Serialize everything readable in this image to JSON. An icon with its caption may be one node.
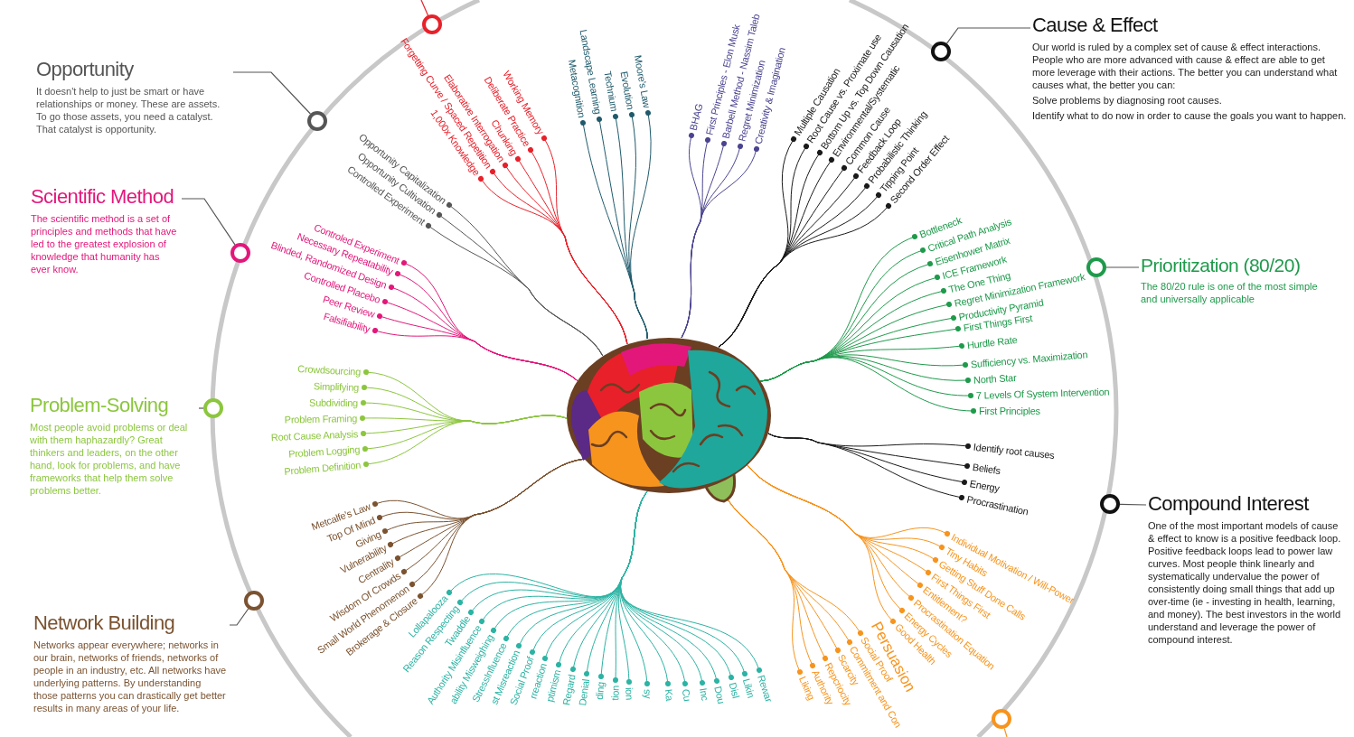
{
  "diagram": {
    "nodes": [
      {
        "text": [],
        "shape": "circle"
      },
      {
        "text": [
          "Cause & Effect",
          "Our world is ruled by a complex set of cause & effect interactions. People who are more advanced with cause & effect are able to get more leverage with their actions. The better you can understand what causes what, the better you can:",
          "Solve problems by diagnosing root causes.",
          "Identify what to do now in order to cause the goals you want to happen."
        ]
      },
      {
        "text": [],
        "shape": "circle"
      },
      {
        "text": [
          "Opportunity",
          "It doesn't help to just be smart or have relationships or money. These are assets. To go those assets, you need a catalyst. That catalyst is opportunity."
        ]
      },
      {
        "text": [],
        "shape": "circle"
      },
      {
        "text": [
          "Scientific Method",
          "The scientific method is a set of principles and methods that have led to the greatest explosion of knowledge that humanity has ever know."
        ]
      },
      {
        "text": [],
        "shape": "circle"
      },
      {
        "text": [
          "Prioritization (80/20)",
          "The 80/20 rule is one of the most simple and universally applicable"
        ]
      },
      {
        "text": [],
        "shape": "circle"
      },
      {
        "text": [
          "Problem-Solving",
          "Most people avoid problems or deal with them haphazardly? Great thinkers and leaders, on the other hand, look for problems, and have frameworks that help them solve problems better."
        ]
      },
      {
        "text": [],
        "shape": "circle"
      },
      {
        "text": [
          "Compound Interest",
          "One of the most important models of cause & effect to know is a positive feedback loop. Positive feedback loops lead to power law curves. Most people think linearly and systematically undervalue the power of consistently doing small things that add up over-time (ie - investing in health, learning, and money). The best investors in the world understand and leverage the power of compound interest."
        ]
      },
      {
        "text": [],
        "shape": "circle"
      },
      {
        "text": [
          "Network Building",
          "Networks appear everywhere; networks in our brain, networks of friends, networks of people in an industry, etc. All networks have underlying patterns. By understanding those patterns you can drastically get better results in many areas of your life."
        ]
      },
      {
        "text": [],
        "shape": "circle"
      },
      {
        "text": [],
        "shape": "circle"
      },
      {
        "text": [],
        "shape": "picture"
      },
      {
        "text": [
          "Working Memory"
        ]
      },
      {
        "text": [
          "Deliberate Practice"
        ]
      },
      {
        "text": [
          "Chunking"
        ]
      },
      {
        "text": [
          "Elaborative Interrogation"
        ]
      },
      {
        "text": [
          "Forgetting Curve / Spaced Repetition"
        ]
      },
      {
        "text": [
          "1,000x Knowledge"
        ]
      },
      {
        "text": [
          "Moore's Law"
        ]
      },
      {
        "text": [
          "Evolution"
        ]
      },
      {
        "text": [
          "Technium"
        ]
      },
      {
        "text": [
          "Landscape Learning"
        ]
      },
      {
        "text": [
          "Metacognition"
        ]
      },
      {
        "text": [
          "BHAG"
        ]
      },
      {
        "text": [
          "First Principles - Elon Musk"
        ]
      },
      {
        "text": [
          "Barbell Method - Nassim Taleb"
        ]
      },
      {
        "text": [
          "Regret Minimization"
        ]
      },
      {
        "text": [
          "Creativity & Imagination"
        ]
      },
      {
        "text": [
          "Opportunity Capitalization"
        ]
      },
      {
        "text": [
          "Opportunity Cultivation"
        ]
      },
      {
        "text": [
          "Controlled Experiment"
        ]
      },
      {
        "text": [
          "Multiple Causation"
        ]
      },
      {
        "text": [
          "Root Cause vs. Proximate use"
        ]
      },
      {
        "text": [
          "Bottom Up vs. Top Down Causation"
        ]
      },
      {
        "text": [
          "Environmental/Systematic"
        ]
      },
      {
        "text": [
          "Common Cause"
        ]
      },
      {
        "text": [
          "Feedback Loop"
        ]
      },
      {
        "text": [
          "Probabilistic Thinking"
        ]
      },
      {
        "text": [
          "Tipping Point"
        ]
      },
      {
        "text": [
          "Second Order Effect"
        ]
      },
      {
        "text": [
          "Controled Experiment"
        ]
      },
      {
        "text": [
          "Necessary Repeatability"
        ]
      },
      {
        "text": [
          "Blinded, Randomized Design"
        ]
      },
      {
        "text": [
          "Controlled Placebo"
        ]
      },
      {
        "text": [
          "Peer Review"
        ]
      },
      {
        "text": [
          "Falsifiability"
        ]
      },
      {
        "text": [
          "Bottleneck"
        ]
      },
      {
        "text": [
          "Critical Path Analysis"
        ]
      },
      {
        "text": [
          "Eisenhower Matrix"
        ]
      },
      {
        "text": [
          "ICE Framework"
        ]
      },
      {
        "text": [
          "The One Thing"
        ]
      },
      {
        "text": [
          "Regret Minimization Framework"
        ]
      },
      {
        "text": [
          "Productivity Pyramid"
        ]
      },
      {
        "text": [
          "First Things First"
        ]
      },
      {
        "text": [
          "Hurdle Rate"
        ]
      },
      {
        "text": [
          "Sufficiency vs. Maximization"
        ]
      },
      {
        "text": [
          "North Star"
        ]
      },
      {
        "text": [
          "7 Levels Of System Intervention"
        ]
      },
      {
        "text": [
          "First Principles"
        ]
      },
      {
        "text": [
          "Crowdsourcing"
        ]
      },
      {
        "text": [
          "Simplifying"
        ]
      },
      {
        "text": [
          "Subdividing"
        ]
      },
      {
        "text": [
          "Problem Framing"
        ]
      },
      {
        "text": [
          "Root Cause Analysis"
        ]
      },
      {
        "text": [
          "Problem Logging"
        ]
      },
      {
        "text": [
          "Problem Definition"
        ]
      },
      {
        "text": [
          "Identify root causes"
        ]
      },
      {
        "text": [
          "Beliefs"
        ]
      },
      {
        "text": [
          "Energy"
        ]
      },
      {
        "text": [
          "Procrastination"
        ]
      },
      {
        "text": [
          "Metcalfe's Law"
        ]
      },
      {
        "text": [
          "Top Of Mind"
        ]
      },
      {
        "text": [
          "Giving"
        ]
      },
      {
        "text": [
          "Vulnerability"
        ]
      },
      {
        "text": [
          "Centrality"
        ]
      },
      {
        "text": [
          "Wisdom Of Crowds"
        ]
      },
      {
        "text": [
          "Small World Phenomenon"
        ]
      },
      {
        "text": [
          "Brokerage & Closure"
        ]
      },
      {
        "text": [
          "Individual Motivation / Will-Power"
        ]
      },
      {
        "text": [
          "Tiny Habits"
        ]
      },
      {
        "text": [
          "Getting Stuff Done Calls"
        ]
      },
      {
        "text": [
          "First Things First"
        ]
      },
      {
        "text": [
          "Entitlement?"
        ]
      },
      {
        "text": [
          "Procrastination Equation"
        ]
      },
      {
        "text": [
          "Energy Cycles"
        ]
      },
      {
        "text": [
          "Good Health"
        ]
      },
      {
        "text": [
          "Social Proof"
        ]
      },
      {
        "text": [
          "Commitment and Con"
        ]
      },
      {
        "text": [
          "Scarcity"
        ]
      },
      {
        "text": [
          "Repcriocity"
        ]
      },
      {
        "text": [
          "Authority"
        ]
      },
      {
        "text": [
          "Liking"
        ]
      },
      {
        "text": [
          "Lollapalooza"
        ]
      },
      {
        "text": [
          "Reason Respecting"
        ]
      },
      {
        "text": [
          "Twaddle"
        ]
      },
      {
        "text": [
          "Authority Misinfluence"
        ]
      },
      {
        "text": [
          "ability Misweighing"
        ]
      },
      {
        "text": [
          "StressInfluence"
        ]
      },
      {
        "text": [
          "st Misreaction"
        ]
      },
      {
        "text": [
          "Social Proof"
        ]
      },
      {
        "text": [
          "rreaction"
        ]
      },
      {
        "text": [
          "ptimism"
        ]
      },
      {
        "text": [
          "Regard"
        ]
      },
      {
        "text": [
          "Denial"
        ]
      },
      {
        "text": [
          "ding"
        ]
      },
      {
        "text": [
          "tion"
        ]
      },
      {
        "text": [
          "ion"
        ]
      },
      {
        "text": [
          "sy"
        ]
      },
      {
        "text": [
          "Ka"
        ]
      },
      {
        "text": [
          "Cu"
        ]
      },
      {
        "text": [
          "Inc"
        ]
      },
      {
        "text": [
          "Dou"
        ]
      },
      {
        "text": [
          "Disl"
        ]
      },
      {
        "text": [
          "Likin"
        ]
      },
      {
        "text": [
          "Rewar"
        ]
      }
    ],
    "edges": [
      {
        "from": 1,
        "to": 2,
        "arrow": "none",
        "color": "#555555"
      },
      {
        "from": 3,
        "to": 4,
        "arrow": "none",
        "color": "#555555"
      },
      {
        "from": 5,
        "to": 6,
        "arrow": "none",
        "color": "#555555"
      },
      {
        "from": 7,
        "to": 8,
        "arrow": "none",
        "color": "#555555"
      },
      {
        "from": 9,
        "to": 10,
        "arrow": "none",
        "color": "#555555"
      },
      {
        "from": 11,
        "to": 12,
        "arrow": "none",
        "color": "#555555"
      },
      {
        "from": 13,
        "to": 14,
        "arrow": "none",
        "color": "#555555"
      },
      {
        "from": 0,
        "to": null,
        "arrow": "none",
        "color": "#e8202a"
      },
      {
        "from": 15,
        "to": null,
        "arrow": "none",
        "color": "#f7941d"
      },
      {
        "from": 16,
        "to": 17,
        "arrow": "none",
        "color": "#e8202a"
      },
      {
        "from": 16,
        "to": 18,
        "arrow": "none",
        "color": "#e8202a"
      },
      {
        "from": 16,
        "to": 19,
        "arrow": "none",
        "color": "#e8202a"
      },
      {
        "from": 16,
        "to": 20,
        "arrow": "none",
        "color": "#e8202a"
      },
      {
        "from": 16,
        "to": 21,
        "arrow": "none",
        "color": "#e8202a"
      },
      {
        "from": 16,
        "to": 22,
        "arrow": "none",
        "color": "#e8202a"
      },
      {
        "from": 16,
        "to": 23,
        "arrow": "none",
        "color": "#1f5a6b"
      },
      {
        "from": 16,
        "to": 24,
        "arrow": "none",
        "color": "#1f5a6b"
      },
      {
        "from": 16,
        "to": 25,
        "arrow": "none",
        "color": "#1f5a6b"
      },
      {
        "from": 16,
        "to": 26,
        "arrow": "none",
        "color": "#1f5a6b"
      },
      {
        "from": 16,
        "to": 27,
        "arrow": "none",
        "color": "#1f5a6b"
      },
      {
        "from": 16,
        "to": 28,
        "arrow": "none",
        "color": "#4a4490"
      },
      {
        "from": 16,
        "to": 29,
        "arrow": "none",
        "color": "#4a4490"
      },
      {
        "from": 16,
        "to": 30,
        "arrow": "none",
        "color": "#4a4490"
      },
      {
        "from": 16,
        "to": 31,
        "arrow": "none",
        "color": "#4a4490"
      },
      {
        "from": 16,
        "to": 32,
        "arrow": "none",
        "color": "#4a4490"
      },
      {
        "from": 16,
        "to": 33,
        "arrow": "none",
        "color": "#555555"
      },
      {
        "from": 16,
        "to": 34,
        "arrow": "none",
        "color": "#555555"
      },
      {
        "from": 16,
        "to": 35,
        "arrow": "none",
        "color": "#555555"
      },
      {
        "from": 16,
        "to": 36,
        "arrow": "none",
        "color": "#1a1a1a"
      },
      {
        "from": 16,
        "to": 37,
        "arrow": "none",
        "color": "#1a1a1a"
      },
      {
        "from": 16,
        "to": 38,
        "arrow": "none",
        "color": "#1a1a1a"
      },
      {
        "from": 16,
        "to": 39,
        "arrow": "none",
        "color": "#1a1a1a"
      },
      {
        "from": 16,
        "to": 40,
        "arrow": "none",
        "color": "#1a1a1a"
      },
      {
        "from": 16,
        "to": 41,
        "arrow": "none",
        "color": "#1a1a1a"
      },
      {
        "from": 16,
        "to": 42,
        "arrow": "none",
        "color": "#1a1a1a"
      },
      {
        "from": 16,
        "to": 43,
        "arrow": "none",
        "color": "#1a1a1a"
      },
      {
        "from": 16,
        "to": 44,
        "arrow": "none",
        "color": "#1a1a1a"
      },
      {
        "from": 16,
        "to": 45,
        "arrow": "none",
        "color": "#e3177a"
      },
      {
        "from": 16,
        "to": 46,
        "arrow": "none",
        "color": "#e3177a"
      },
      {
        "from": 16,
        "to": 47,
        "arrow": "none",
        "color": "#e3177a"
      },
      {
        "from": 16,
        "to": 48,
        "arrow": "none",
        "color": "#e3177a"
      },
      {
        "from": 16,
        "to": 49,
        "arrow": "none",
        "color": "#e3177a"
      },
      {
        "from": 16,
        "to": 50,
        "arrow": "none",
        "color": "#e3177a"
      },
      {
        "from": 16,
        "to": 51,
        "arrow": "none",
        "color": "#1e9a4b"
      },
      {
        "from": 16,
        "to": 52,
        "arrow": "none",
        "color": "#1e9a4b"
      },
      {
        "from": 16,
        "to": 53,
        "arrow": "none",
        "color": "#1e9a4b"
      },
      {
        "from": 16,
        "to": 54,
        "arrow": "none",
        "color": "#1e9a4b"
      },
      {
        "from": 16,
        "to": 55,
        "arrow": "none",
        "color": "#1e9a4b"
      },
      {
        "from": 16,
        "to": 56,
        "arrow": "none",
        "color": "#1e9a4b"
      },
      {
        "from": 16,
        "to": 57,
        "arrow": "none",
        "color": "#1e9a4b"
      },
      {
        "from": 16,
        "to": 58,
        "arrow": "none",
        "color": "#1e9a4b"
      },
      {
        "from": 16,
        "to": 59,
        "arrow": "none",
        "color": "#1e9a4b"
      },
      {
        "from": 16,
        "to": 60,
        "arrow": "none",
        "color": "#1e9a4b"
      },
      {
        "from": 16,
        "to": 61,
        "arrow": "none",
        "color": "#1e9a4b"
      },
      {
        "from": 16,
        "to": 62,
        "arrow": "none",
        "color": "#1e9a4b"
      },
      {
        "from": 16,
        "to": 63,
        "arrow": "none",
        "color": "#1e9a4b"
      },
      {
        "from": 16,
        "to": 64,
        "arrow": "none",
        "color": "#8cc63e"
      },
      {
        "from": 16,
        "to": 65,
        "arrow": "none",
        "color": "#8cc63e"
      },
      {
        "from": 16,
        "to": 66,
        "arrow": "none",
        "color": "#8cc63e"
      },
      {
        "from": 16,
        "to": 67,
        "arrow": "none",
        "color": "#8cc63e"
      },
      {
        "from": 16,
        "to": 68,
        "arrow": "none",
        "color": "#8cc63e"
      },
      {
        "from": 16,
        "to": 69,
        "arrow": "none",
        "color": "#8cc63e"
      },
      {
        "from": 16,
        "to": 70,
        "arrow": "none",
        "color": "#8cc63e"
      },
      {
        "from": 16,
        "to": 71,
        "arrow": "none",
        "color": "#1a1a1a"
      },
      {
        "from": 16,
        "to": 72,
        "arrow": "none",
        "color": "#1a1a1a"
      },
      {
        "from": 16,
        "to": 73,
        "arrow": "none",
        "color": "#1a1a1a"
      },
      {
        "from": 16,
        "to": 74,
        "arrow": "none",
        "color": "#1a1a1a"
      },
      {
        "from": 16,
        "to": 75,
        "arrow": "none",
        "color": "#7b5331"
      },
      {
        "from": 16,
        "to": 76,
        "arrow": "none",
        "color": "#7b5331"
      },
      {
        "from": 16,
        "to": 77,
        "arrow": "none",
        "color": "#7b5331"
      },
      {
        "from": 16,
        "to": 78,
        "arrow": "none",
        "color": "#7b5331"
      },
      {
        "from": 16,
        "to": 79,
        "arrow": "none",
        "color": "#7b5331"
      },
      {
        "from": 16,
        "to": 80,
        "arrow": "none",
        "color": "#7b5331"
      },
      {
        "from": 16,
        "to": 81,
        "arrow": "none",
        "color": "#7b5331"
      },
      {
        "from": 16,
        "to": 82,
        "arrow": "none",
        "color": "#7b5331"
      },
      {
        "from": 16,
        "to": 83,
        "arrow": "none",
        "color": "#f7941d"
      },
      {
        "from": 16,
        "to": 84,
        "arrow": "none",
        "color": "#f7941d"
      },
      {
        "from": 16,
        "to": 85,
        "arrow": "none",
        "color": "#f7941d"
      },
      {
        "from": 16,
        "to": 86,
        "arrow": "none",
        "color": "#f7941d"
      },
      {
        "from": 16,
        "to": 87,
        "arrow": "none",
        "color": "#f7941d"
      },
      {
        "from": 16,
        "to": 88,
        "arrow": "none",
        "color": "#f7941d"
      },
      {
        "from": 16,
        "to": 89,
        "arrow": "none",
        "color": "#f7941d"
      },
      {
        "from": 16,
        "to": 90,
        "arrow": "none",
        "color": "#f7941d"
      },
      {
        "from": 16,
        "to": 91,
        "arrow": "none",
        "color": "#f7941d"
      },
      {
        "from": 16,
        "to": 92,
        "arrow": "none",
        "color": "#f7941d"
      },
      {
        "from": 16,
        "to": 93,
        "arrow": "none",
        "color": "#f7941d"
      },
      {
        "from": 16,
        "to": 94,
        "arrow": "none",
        "color": "#f7941d"
      },
      {
        "from": 16,
        "to": 95,
        "arrow": "none",
        "color": "#f7941d"
      },
      {
        "from": 16,
        "to": 96,
        "arrow": "none",
        "color": "#f7941d"
      },
      {
        "from": 16,
        "to": 97,
        "arrow": "none"
      },
      {
        "from": 16,
        "to": 98,
        "arrow": "none"
      },
      {
        "from": 16,
        "to": 99,
        "arrow": "none"
      },
      {
        "from": 16,
        "to": 100,
        "arrow": "none"
      },
      {
        "from": 16,
        "to": 101,
        "arrow": "none"
      },
      {
        "from": 16,
        "to": 102,
        "arrow": "none"
      },
      {
        "from": 16,
        "to": 103,
        "arrow": "none"
      },
      {
        "from": 16,
        "to": 104,
        "arrow": "none"
      },
      {
        "from": 16,
        "to": 105,
        "arrow": "none"
      },
      {
        "from": 16,
        "to": 106,
        "arrow": "none"
      },
      {
        "from": 16,
        "to": 107,
        "arrow": "none"
      },
      {
        "from": 16,
        "to": 108,
        "arrow": "none"
      },
      {
        "from": 16,
        "to": 109,
        "arrow": "none"
      },
      {
        "from": 16,
        "to": 110,
        "arrow": "none"
      },
      {
        "from": 16,
        "to": 111,
        "arrow": "none"
      },
      {
        "from": 16,
        "to": 112,
        "arrow": "none"
      },
      {
        "from": 16,
        "to": 113,
        "arrow": "none"
      },
      {
        "from": 16,
        "to": 114,
        "arrow": "none"
      },
      {
        "from": 16,
        "to": 115,
        "arrow": "none"
      },
      {
        "from": 16,
        "to": 116,
        "arrow": "none"
      },
      {
        "from": 16,
        "to": 117,
        "arrow": "none"
      },
      {
        "from": 16,
        "to": 118,
        "arrow": "none"
      },
      {
        "from": 16,
        "to": 119,
        "arrow": "none"
      }
    ],
    "labels": [
      "Persuasion"
    ]
  }
}
